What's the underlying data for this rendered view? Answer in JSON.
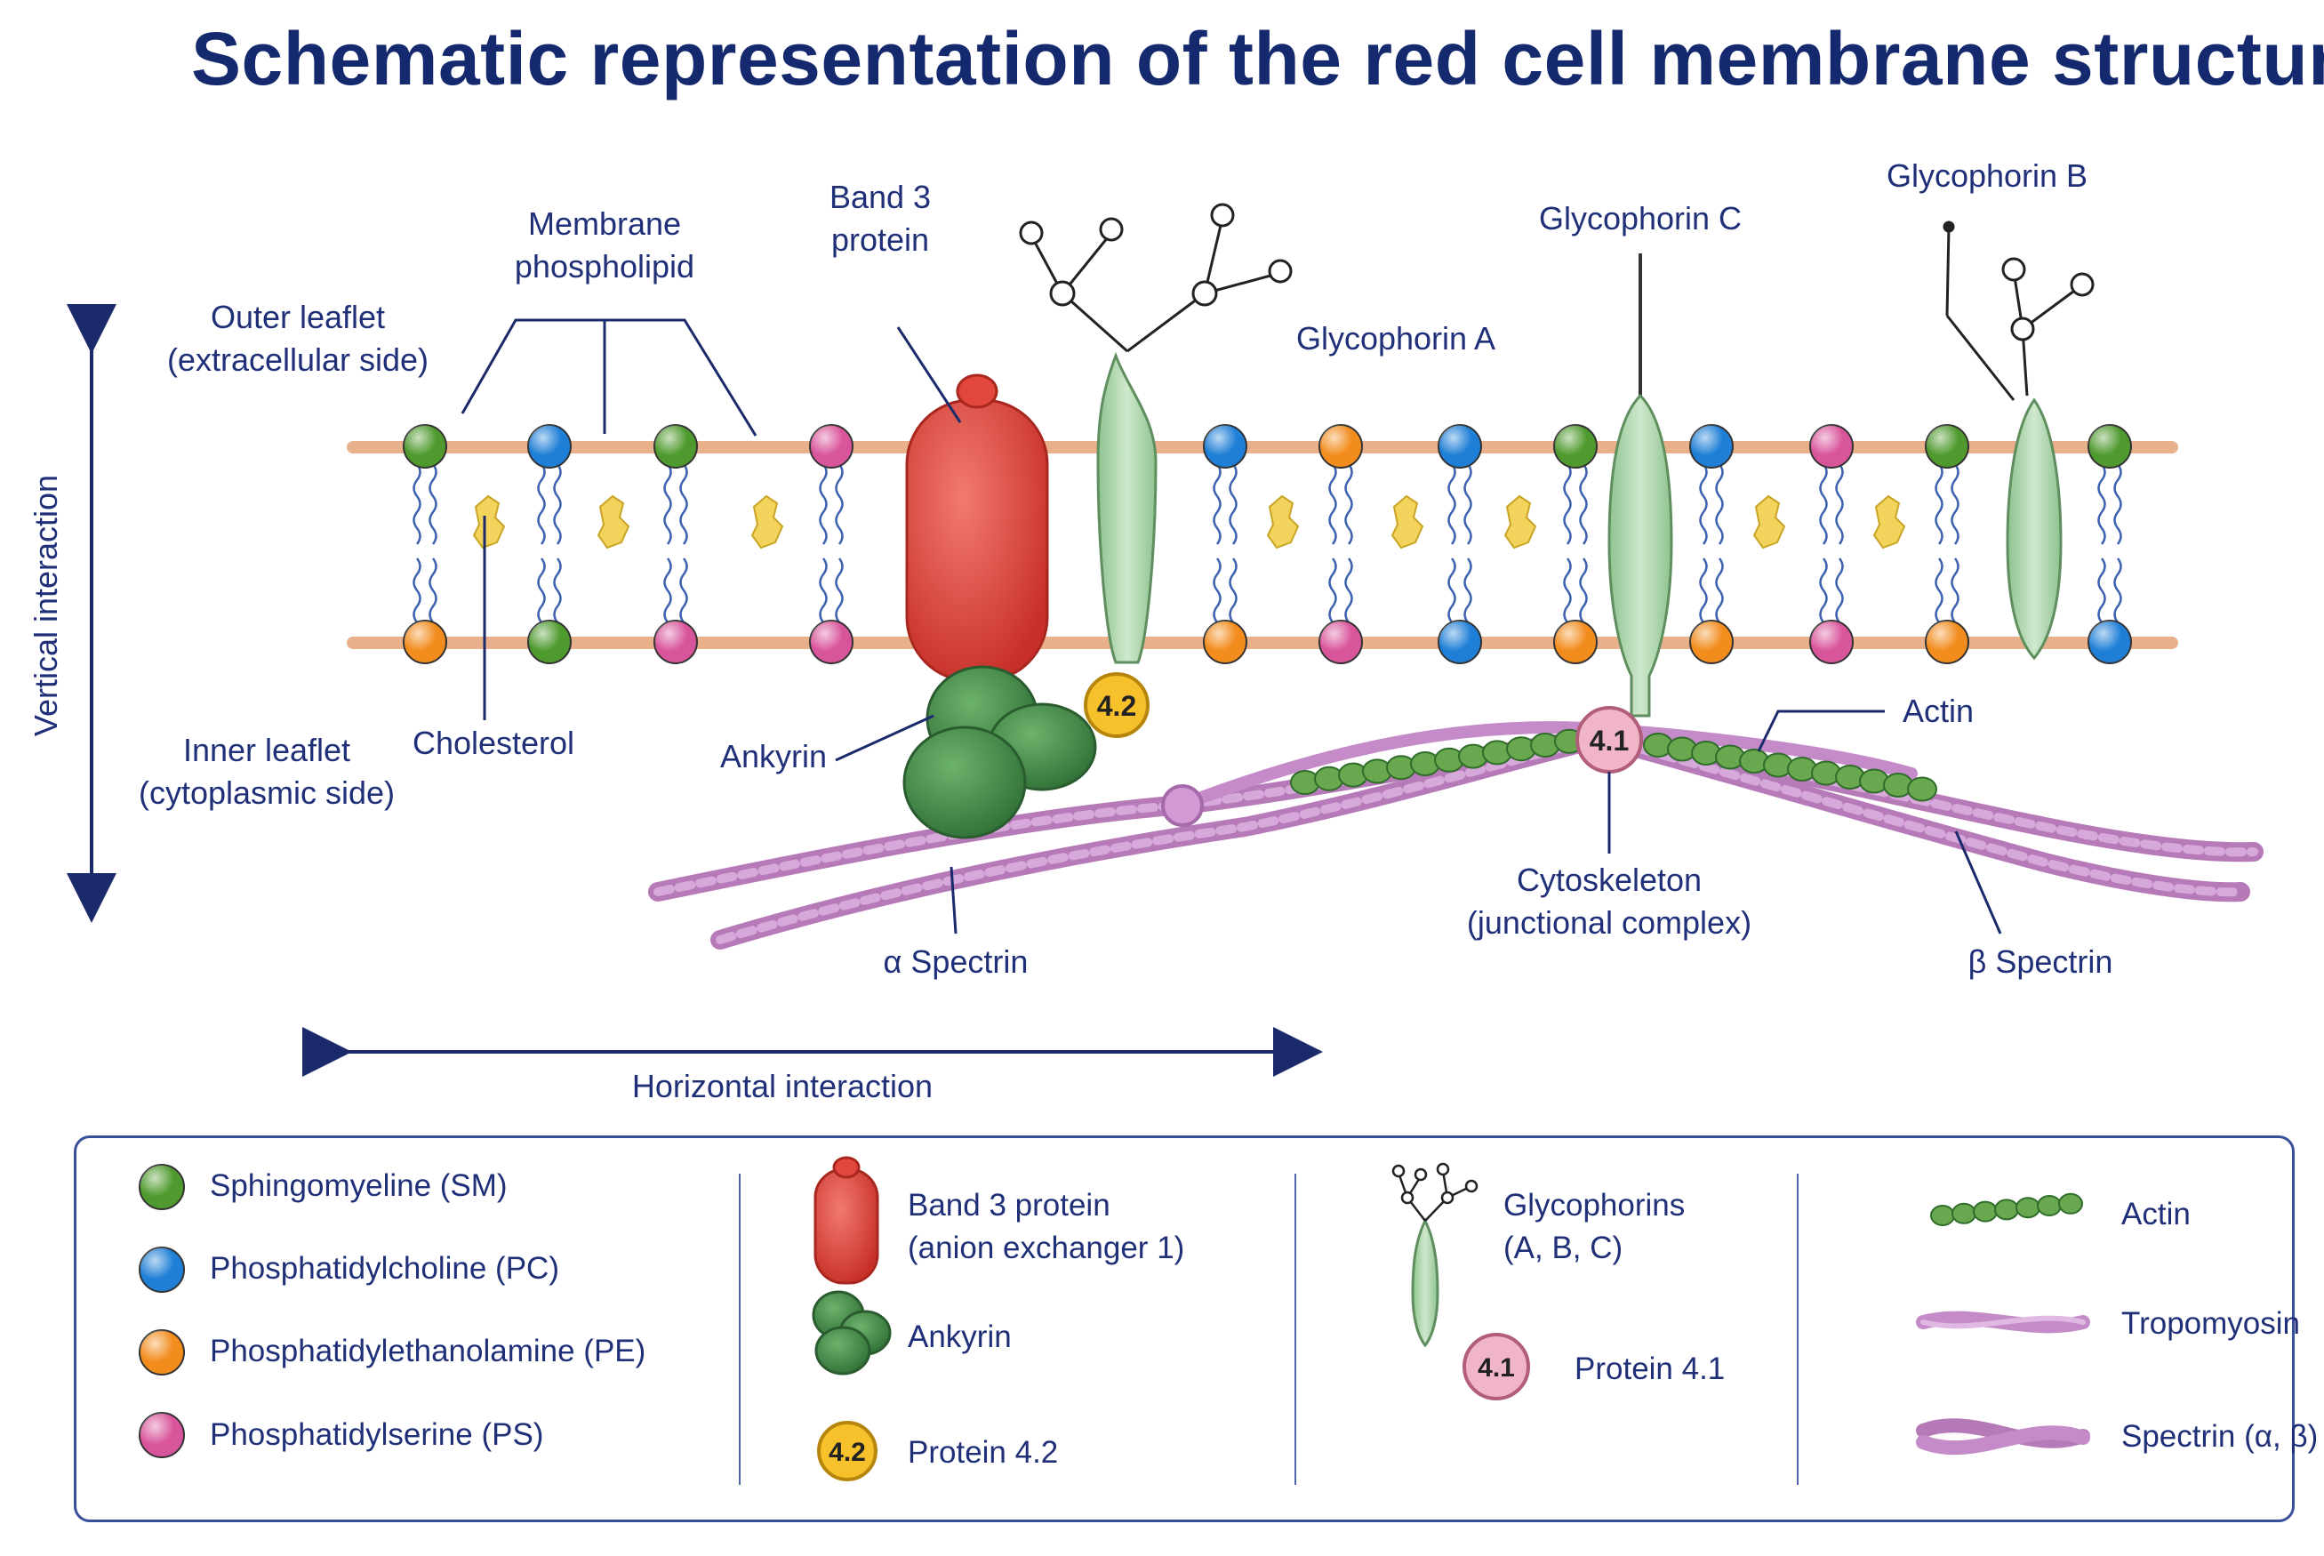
{
  "title": "Schematic representation of the red cell membrane structure",
  "labels": {
    "membrane_phospholipid": [
      "Membrane",
      "phospholipid"
    ],
    "outer_leaflet": [
      "Outer leaflet",
      "(extracellular side)"
    ],
    "inner_leaflet": [
      "Inner leaflet",
      "(cytoplasmic side)"
    ],
    "cholesterol": "Cholesterol",
    "band3": [
      "Band 3",
      "protein"
    ],
    "glycophorin_a": "Glycophorin A",
    "glycophorin_b": "Glycophorin B",
    "glycophorin_c": "Glycophorin C",
    "ankyrin": "Ankyrin",
    "protein42_badge": "4.2",
    "protein41_badge": "4.1",
    "actin": "Actin",
    "cytoskeleton": [
      "Cytoskeleton",
      "(junctional complex)"
    ],
    "alpha_spectrin": "α Spectrin",
    "beta_spectrin": "β Spectrin",
    "vertical_interaction": "Vertical interaction",
    "horizontal_interaction": "Horizontal interaction"
  },
  "legend": {
    "phospholipids": [
      {
        "label": "Sphingomyeline (SM)",
        "color": "#4f9a2e"
      },
      {
        "label": "Phosphatidylcholine (PC)",
        "color": "#1f7fd6"
      },
      {
        "label": "Phosphatidylethanolamine (PE)",
        "color": "#f28c1c"
      },
      {
        "label": "Phosphatidylserine (PS)",
        "color": "#d9559b"
      }
    ],
    "band3": [
      "Band 3 protein",
      "(anion exchanger 1)"
    ],
    "ankyrin": "Ankyrin",
    "protein42": {
      "badge": "4.2",
      "label": "Protein 4.2"
    },
    "glycophorins": [
      "Glycophorins",
      "(A, B, C)"
    ],
    "protein41": {
      "badge": "4.1",
      "label": "Protein 4.1"
    },
    "actin": "Actin",
    "tropomyosin": "Tropomyosin",
    "spectrin": "Spectrin (α, β)"
  },
  "colors": {
    "title": "#152a6e",
    "membrane_line": "#e9b08c",
    "band3": "#e2463d",
    "ankyrin": "#3f8a45",
    "protein42": "#f6c12a",
    "glycophorin": "#a9d1a8",
    "protein41": "#f0b6c8",
    "spectrin": "#c58bc9",
    "actin": "#6aa84f",
    "cholesterol": "#f2d45c"
  },
  "heads": {
    "outer": [
      "SM",
      "PC",
      "SM",
      "PS",
      "PC",
      "PE",
      "PC",
      "SM",
      "PC",
      "PS",
      "SM",
      "SM"
    ],
    "inner": [
      "PE",
      "SM",
      "PS",
      "PS",
      "PE",
      "PS",
      "PC",
      "PE",
      "PE",
      "PS",
      "PE",
      "PC"
    ]
  }
}
